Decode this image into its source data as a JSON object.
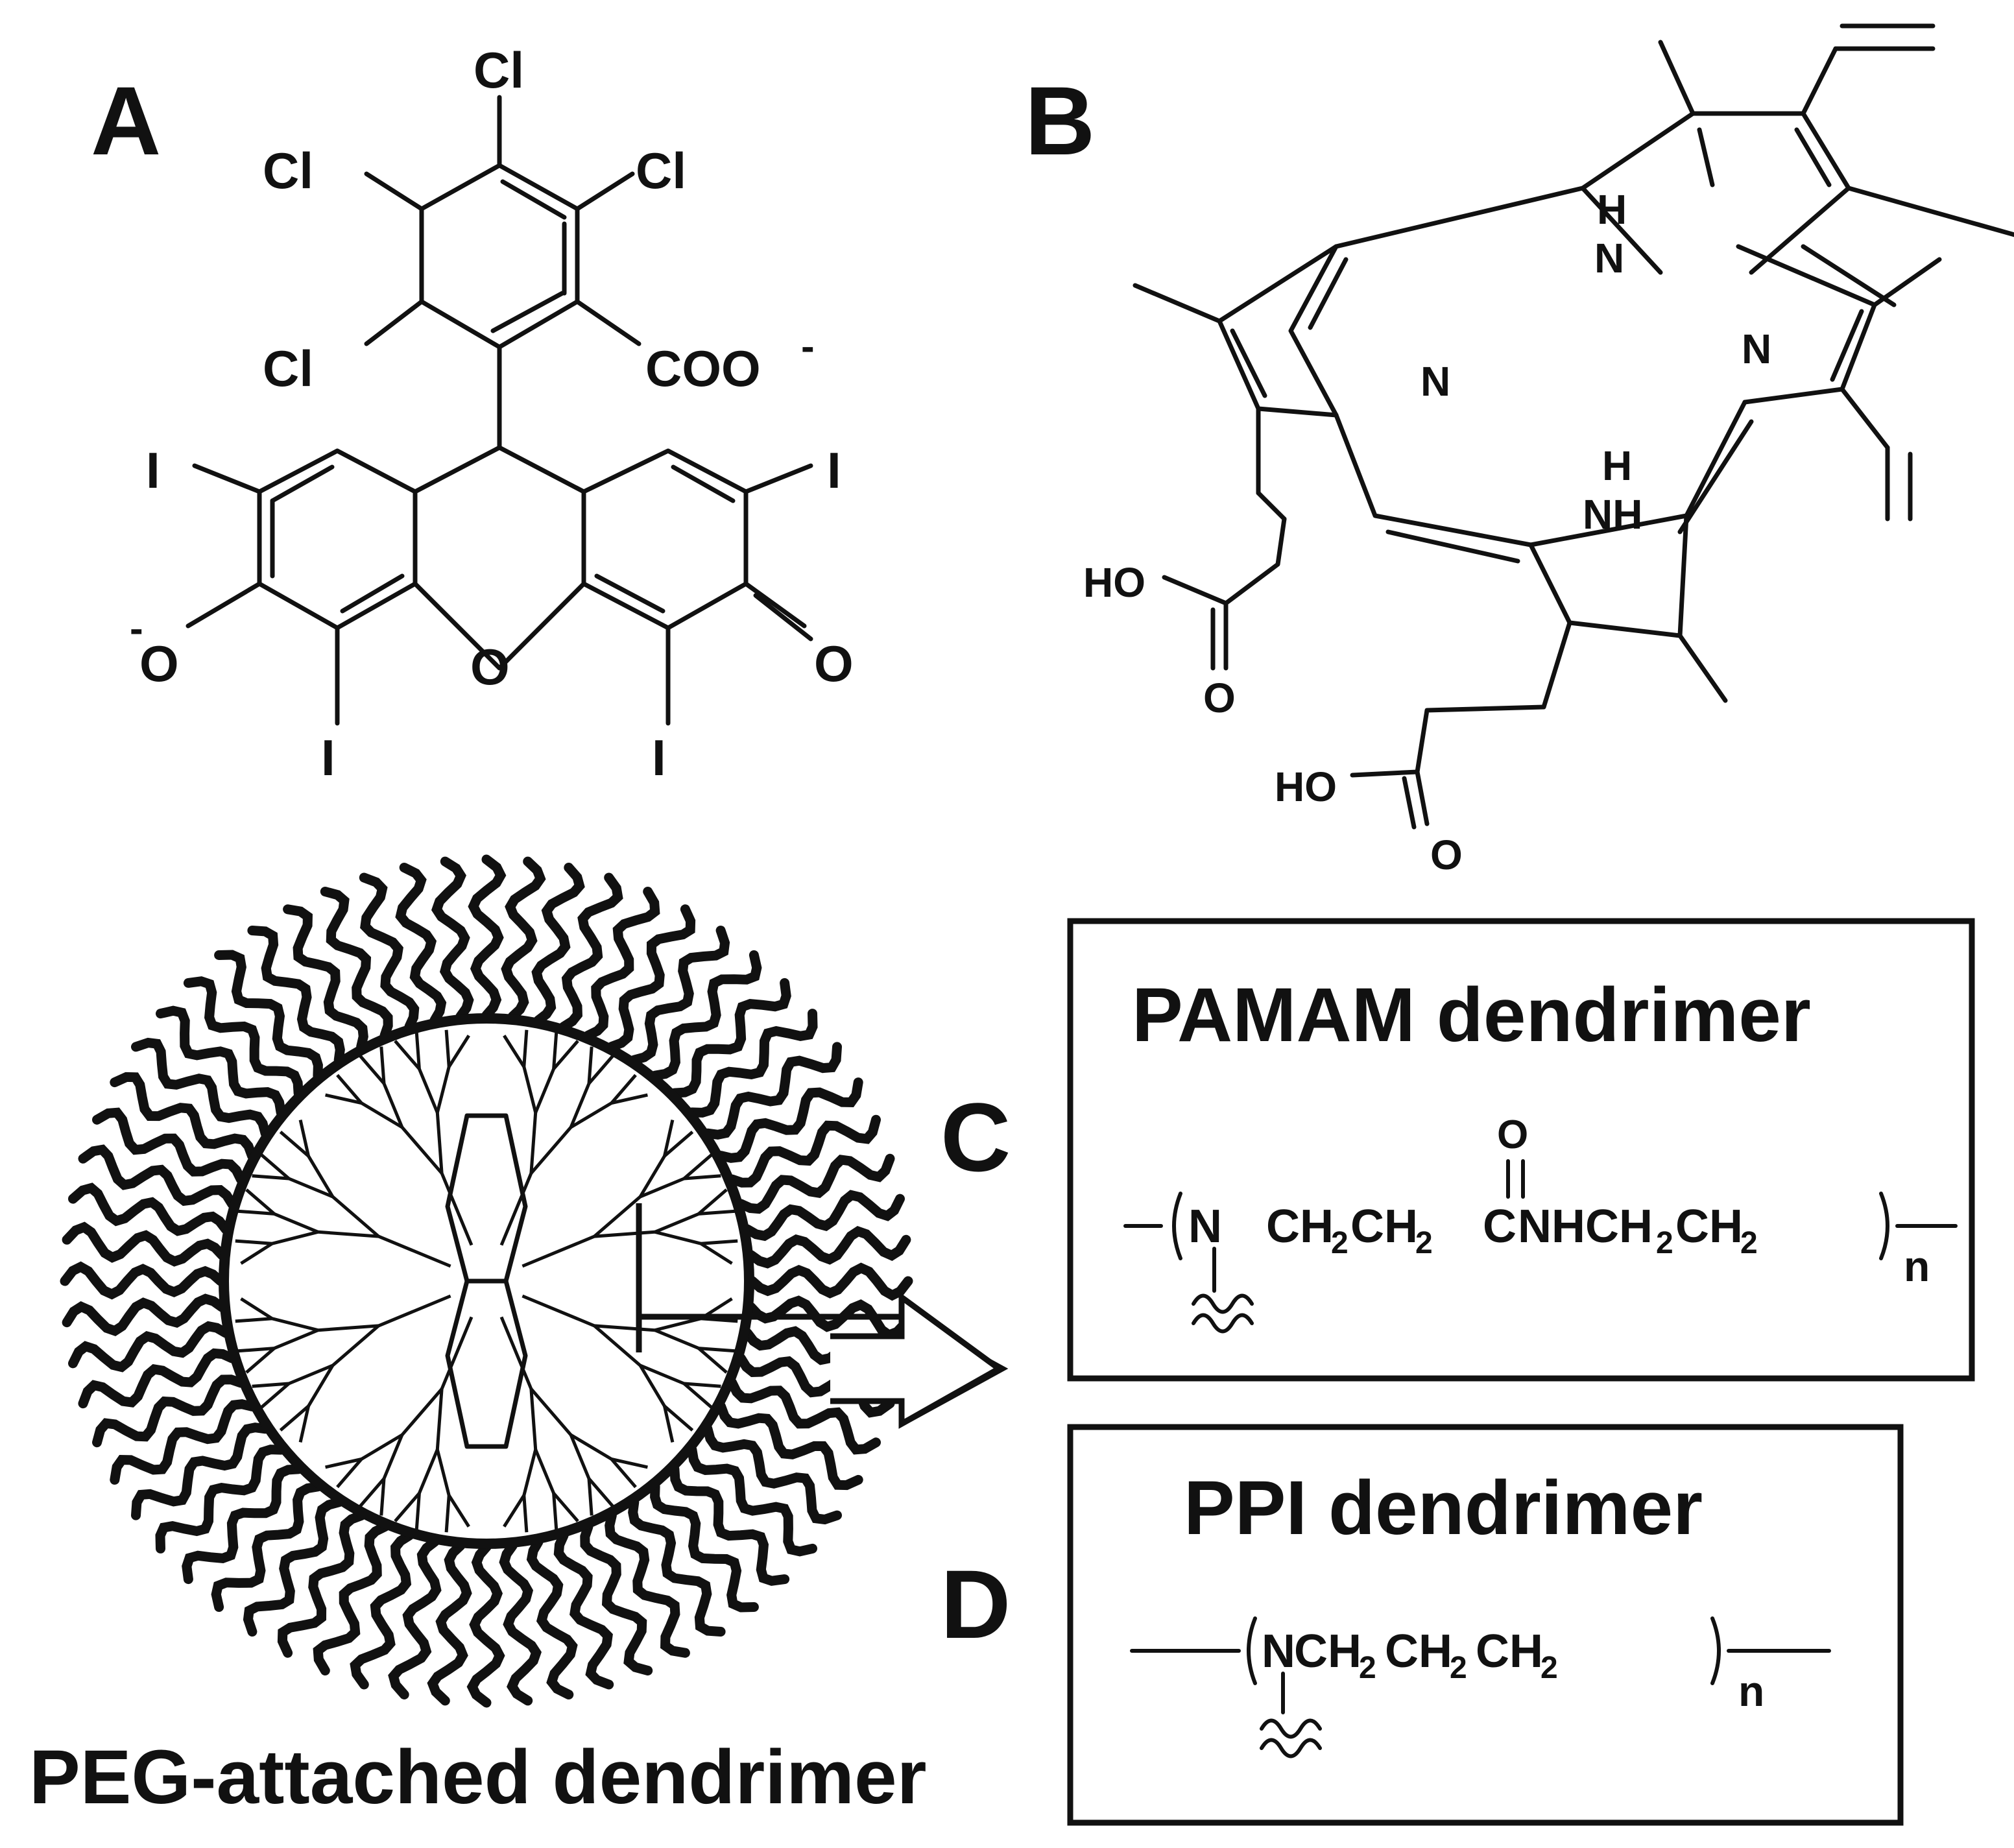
{
  "panels": {
    "A": {
      "letter": "A",
      "atoms": {
        "cl": "Cl",
        "coo": "COO",
        "minus": "-",
        "iodine": "I",
        "oxygen": "O"
      }
    },
    "B": {
      "letter": "B",
      "atoms": {
        "nh_h": "H",
        "n": "N",
        "nh": "NH",
        "ho": "HO",
        "oxygen": "O"
      }
    },
    "C": {
      "letter": "C",
      "title": "PAMAM dendrimer",
      "formula": {
        "n_atom": "N",
        "chain_a": "CH",
        "sub2": "2",
        "chain_b": "CH",
        "c_atom": "C",
        "chain_c": "NHCH",
        "chain_d": "CH",
        "carbonyl_o": "O",
        "repeat": "n"
      }
    },
    "D": {
      "letter": "D",
      "title": "PPI dendrimer",
      "formula": {
        "n_atom": "N",
        "chain_a": "CH",
        "sub2": "2",
        "chain_b": "CH",
        "chain_c": "CH",
        "repeat": "n"
      }
    }
  },
  "dendrimer": {
    "caption": "PEG-attached dendrimer"
  }
}
